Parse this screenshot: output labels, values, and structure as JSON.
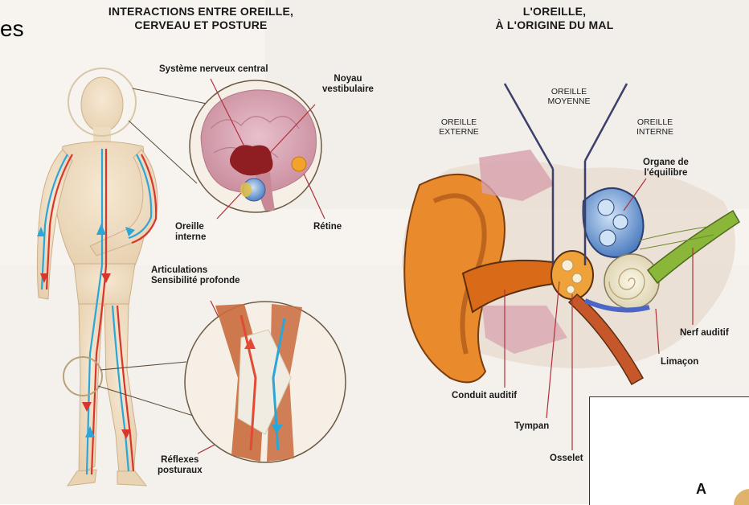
{
  "slide_fragment": "es",
  "left_panel": {
    "title_line1": "INTERACTIONS ENTRE OREILLE,",
    "title_line2": "CERVEAU ET POSTURE",
    "labels": {
      "snc": "Système nerveux central",
      "noyau_line1": "Noyau",
      "noyau_line2": "vestibulaire",
      "oreille_interne_line1": "Oreille",
      "oreille_interne_line2": "interne",
      "retine": "Rétine",
      "articulations_line1": "Articulations",
      "articulations_line2": "Sensibilité profonde",
      "reflexes_line1": "Réflexes",
      "reflexes_line2": "posturaux"
    }
  },
  "right_panel": {
    "title_line1": "L'OREILLE,",
    "title_line2": "À L'ORIGINE DU MAL",
    "sections": {
      "externe_line1": "OREILLE",
      "externe_line2": "EXTERNE",
      "moyenne_line1": "OREILLE",
      "moyenne_line2": "MOYENNE",
      "interne_line1": "OREILLE",
      "interne_line2": "INTERNE"
    },
    "labels": {
      "organe_line1": "Organe de",
      "organe_line2": "l'équilibre",
      "nerf_auditif": "Nerf auditif",
      "limacon": "Limaçon",
      "conduit_auditif": "Conduit auditif",
      "tympan": "Tympan",
      "osselets": "Osselet"
    }
  },
  "overlay": {
    "letter": "A"
  },
  "colors": {
    "skin": "#f1dfc4",
    "brain": "#d9a7b4",
    "ear_outer": "#e98a2c",
    "ear_inner_canal": "#d96a18",
    "cochlea": "#ece3c8",
    "vestibule_blue": "#6d9bd6",
    "nerve_green": "#8ab63a",
    "nerve_red": "#d9362b",
    "nerve_blue": "#2aa6d8",
    "navy_lines": "#3b3f6a"
  }
}
